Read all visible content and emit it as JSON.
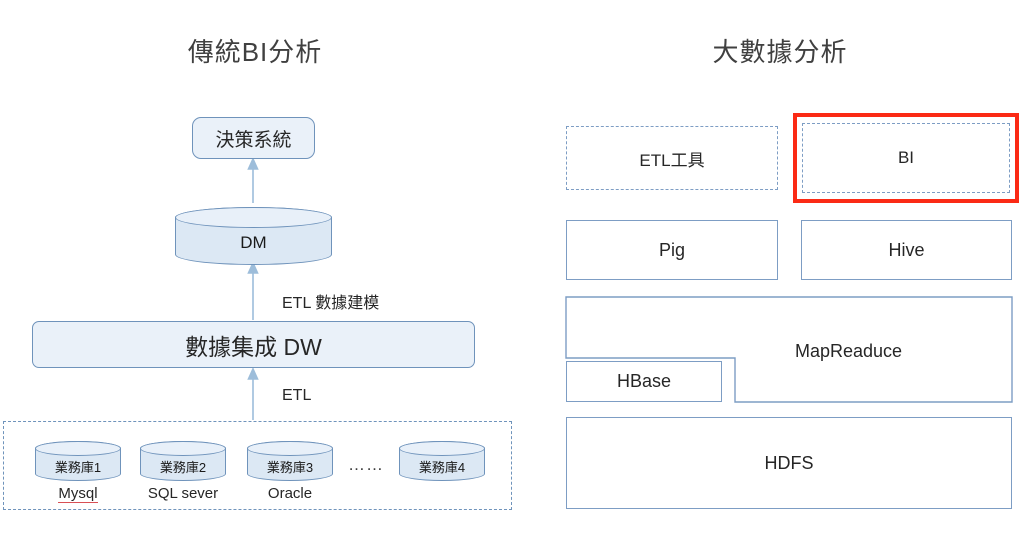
{
  "diagram": {
    "left": {
      "title": "傳統BI分析",
      "decision_box": "決策系統",
      "dm_cylinder": "DM",
      "etl_model_label": "ETL  數據建模",
      "dw_box": "數據集成  DW",
      "etl_label": "ETL",
      "dots": "……",
      "sources": [
        {
          "label": "業務庫1",
          "name": "Mysql",
          "misspelled": true
        },
        {
          "label": "業務庫2",
          "name": "SQL sever",
          "misspelled": false
        },
        {
          "label": "業務庫3",
          "name": "Oracle",
          "misspelled": false
        },
        {
          "label": "業務庫4",
          "name": "",
          "misspelled": false
        }
      ]
    },
    "right": {
      "title": "大數據分析",
      "etl_tool": "ETL工具",
      "bi": "BI",
      "pig": "Pig",
      "hive": "Hive",
      "mapreduce": "MapReaduce",
      "hbase": "HBase",
      "hdfs": "HDFS"
    }
  },
  "colors": {
    "accent_blue": "#6f93bb",
    "fill_blue": "#eaf1f9",
    "cylinder_fill": "#dce8f4",
    "highlight_red": "#fb2a15",
    "box_border": "#7d9dc4",
    "spell_red": "#d94f54",
    "text": "#262626"
  }
}
